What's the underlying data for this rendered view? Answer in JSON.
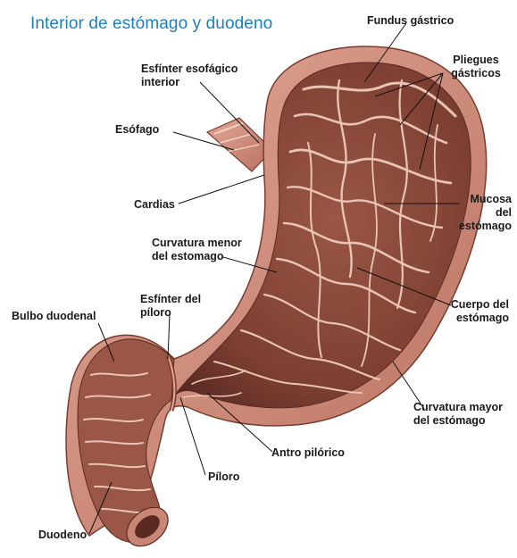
{
  "title": "Interior de estómago y duodeno",
  "labels": {
    "fundus": "Fundus gástrico",
    "pliegues_1": "Pliegues",
    "pliegues_2": "gástricos",
    "esfinter_esof_1": "Esfínter esofágico",
    "esfinter_esof_2": "interior",
    "esofago": "Esófago",
    "cardias": "Cardias",
    "mucosa_1": "Mucosa",
    "mucosa_2": "del",
    "mucosa_3": "estómago",
    "curv_menor_1": "Curvatura menor",
    "curv_menor_2": "del estomago",
    "esfinter_piloro_1": "Esfínter del",
    "esfinter_piloro_2": "píloro",
    "cuerpo_1": "Cuerpo del",
    "cuerpo_2": "estómago",
    "bulbo": "Bulbo duodenal",
    "curv_mayor_1": "Curvatura mayor",
    "curv_mayor_2": "del estómago",
    "antro": "Antro pilórico",
    "piloro": "Píloro",
    "duodeno": "Duodeno"
  },
  "colors": {
    "title": "#1a7fc1",
    "outer_wall": "#c98676",
    "wall_edge": "#7a3b2e",
    "mucosa": "#8b4a3c",
    "mucosa_dark": "#5a2a22",
    "fold": "#e8c4b4",
    "leader": "#111111"
  }
}
